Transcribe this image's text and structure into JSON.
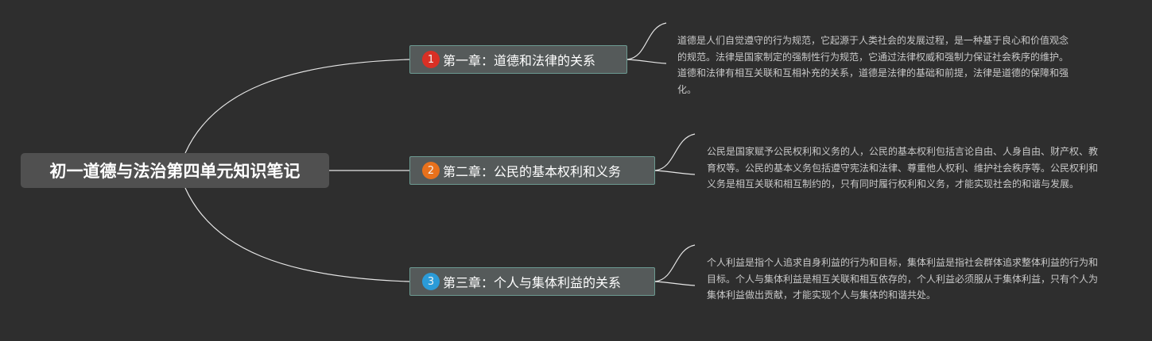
{
  "mindmap": {
    "root": {
      "label": "初一道德与法治第四单元知识笔记"
    },
    "topics": [
      {
        "badge": "1",
        "badge_color": "#d93025",
        "label": "第一章：道德和法律的关系",
        "note": "道德是人们自觉遵守的行为规范，它起源于人类社会的发展过程，是一种基于良心和价值观念的规范。法律是国家制定的强制性行为规范，它通过法律权威和强制力保证社会秩序的维护。道德和法律有相互关联和互相补充的关系，道德是法律的基础和前提，法律是道德的保障和强化。"
      },
      {
        "badge": "2",
        "badge_color": "#e8711c",
        "label": "第二章：公民的基本权利和义务",
        "note": "公民是国家赋予公民权利和义务的人，公民的基本权利包括言论自由、人身自由、财产权、教育权等。公民的基本义务包括遵守宪法和法律、尊重他人权利、维护社会秩序等。公民权利和义务是相互关联和相互制约的，只有同时履行权利和义务，才能实现社会的和谐与发展。"
      },
      {
        "badge": "3",
        "badge_color": "#2b9bd8",
        "label": "第三章：个人与集体利益的关系",
        "note": "个人利益是指个人追求自身利益的行为和目标，集体利益是指社会群体追求整体利益的行为和目标。个人与集体利益是相互关联和相互依存的，个人利益必须服从于集体利益，只有个人为集体利益做出贡献，才能实现个人与集体的和谐共处。"
      }
    ],
    "line_color": "#e6e6e6"
  }
}
